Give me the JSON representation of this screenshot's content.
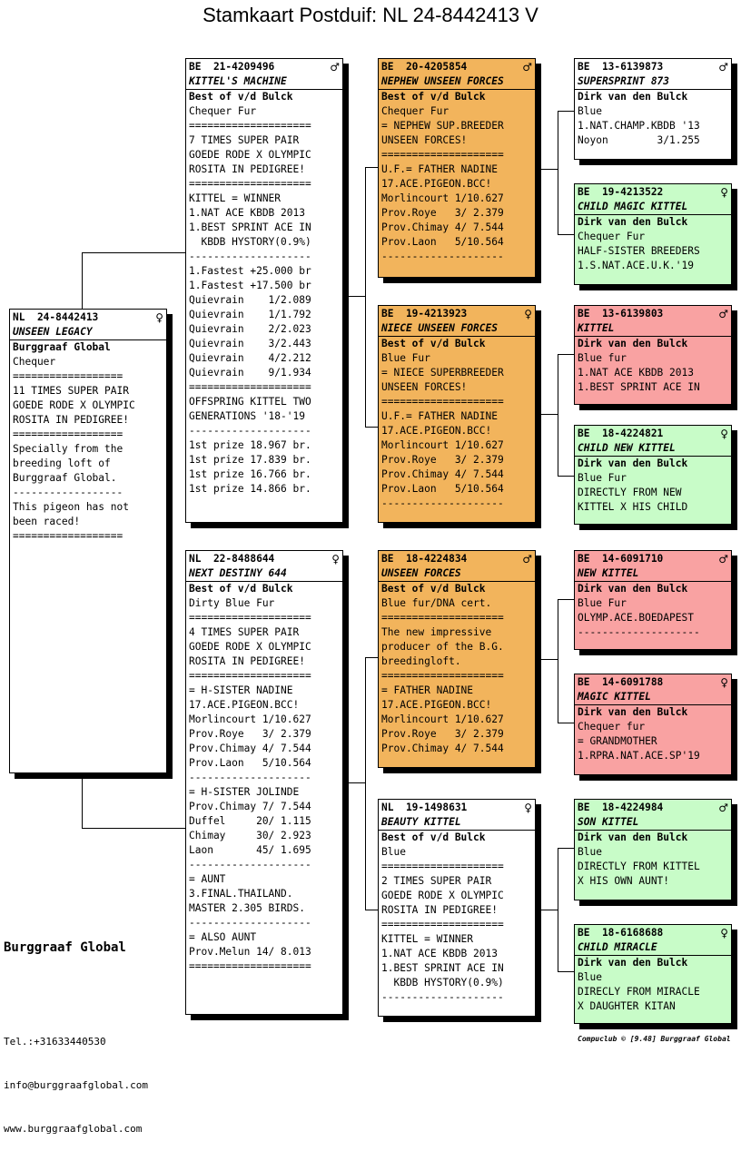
{
  "title": "Stamkaart Postduif: NL  24-8442413 V",
  "brand": "Burggraaf Global",
  "contact": [
    "Tel.:+31633440530",
    "info@burggraafglobal.com",
    "www.burggraafglobal.com"
  ],
  "footer": "Compuclub © [9.48]  Burggraaf Global",
  "cards": {
    "subject": {
      "ring": "NL  24-8442413",
      "sex": "♀",
      "name": "UNSEEN LEGACY",
      "lines": [
        "Burggraaf Global",
        "Chequer",
        "==================",
        "11 TIMES SUPER PAIR",
        "GOEDE RODE X OLYMPIC",
        "ROSITA IN PEDIGREE!",
        "==================",
        "Specially from the",
        "breeding loft of",
        "Burggraaf Global.",
        "------------------",
        "This pigeon has not",
        "been raced!",
        "=================="
      ]
    },
    "sire": {
      "ring": "BE  21-4209496",
      "sex": "♂",
      "name": "KITTEL'S MACHINE",
      "lines": [
        "Best of v/d Bulck",
        "Chequer Fur",
        "====================",
        "7 TIMES SUPER PAIR",
        "GOEDE RODE X OLYMPIC",
        "ROSITA IN PEDIGREE!",
        "====================",
        "KITTEL = WINNER",
        "1.NAT ACE KBDB 2013",
        "1.BEST SPRINT ACE IN",
        "  KBDB HYSTORY(0.9%)",
        "--------------------",
        "1.Fastest +25.000 br",
        "1.Fastest +17.500 br",
        "Quievrain    1/2.089",
        "Quievrain    1/1.792",
        "Quievrain    2/2.023",
        "Quievrain    3/2.443",
        "Quievrain    4/2.212",
        "Quievrain    9/1.934",
        "====================",
        "OFFSPRING KITTEL TWO",
        "GENERATIONS '18-'19",
        "--------------------",
        "1st prize 18.967 br.",
        "1st prize 17.839 br.",
        "1st prize 16.766 br.",
        "1st prize 14.866 br."
      ]
    },
    "dam": {
      "ring": "NL  22-8488644",
      "sex": "♀",
      "name": "NEXT DESTINY 644",
      "lines": [
        "Best of v/d Bulck",
        "Dirty Blue Fur",
        "====================",
        "4 TIMES SUPER PAIR",
        "GOEDE RODE X OLYMPIC",
        "ROSITA IN PEDIGREE!",
        "====================",
        "= H-SISTER NADINE",
        "17.ACE.PIGEON.BCC!",
        "Morlincourt 1/10.627",
        "Prov.Roye   3/ 2.379",
        "Prov.Chimay 4/ 7.544",
        "Prov.Laon   5/10.564",
        "--------------------",
        "= H-SISTER JOLINDE",
        "Prov.Chimay 7/ 7.544",
        "Duffel     20/ 1.115",
        "Chimay     30/ 2.923",
        "Laon       45/ 1.695",
        "--------------------",
        "= AUNT",
        "3.FINAL.THAILAND.",
        "MASTER 2.305 BIRDS.",
        "--------------------",
        "= ALSO AUNT",
        "Prov.Melun 14/ 8.013",
        "===================="
      ]
    },
    "ss": {
      "ring": "BE  20-4205854",
      "sex": "♂",
      "name": "NEPHEW UNSEEN FORCES",
      "lines": [
        "Best of v/d Bulck",
        "Chequer Fur",
        "= NEPHEW SUP.BREEDER",
        "UNSEEN FORCES!",
        "====================",
        "U.F.= FATHER NADINE",
        "17.ACE.PIGEON.BCC!",
        "Morlincourt 1/10.627",
        "Prov.Roye   3/ 2.379",
        "Prov.Chimay 4/ 7.544",
        "Prov.Laon   5/10.564",
        "--------------------"
      ]
    },
    "sd": {
      "ring": "BE  19-4213923",
      "sex": "♀",
      "name": "NIECE UNSEEN FORCES",
      "lines": [
        "Best of v/d Bulck",
        "Blue Fur",
        "= NIECE SUPERBREEDER",
        "UNSEEN FORCES!",
        "====================",
        "U.F.= FATHER NADINE",
        "17.ACE.PIGEON.BCC!",
        "Morlincourt 1/10.627",
        "Prov.Roye   3/ 2.379",
        "Prov.Chimay 4/ 7.544",
        "Prov.Laon   5/10.564",
        "--------------------"
      ]
    },
    "ds": {
      "ring": "BE  18-4224834",
      "sex": "♂",
      "name": "UNSEEN FORCES",
      "lines": [
        "Best of v/d Bulck",
        "Blue fur/DNA cert.",
        "====================",
        "The new impressive",
        "producer of the B.G.",
        "breedingloft.",
        "====================",
        "= FATHER NADINE",
        "17.ACE.PIGEON.BCC!",
        "Morlincourt 1/10.627",
        "Prov.Roye   3/ 2.379",
        "Prov.Chimay 4/ 7.544"
      ]
    },
    "dd": {
      "ring": "NL  19-1498631",
      "sex": "♀",
      "name": "BEAUTY KITTEL",
      "lines": [
        "Best of v/d Bulck",
        "Blue",
        "====================",
        "2 TIMES SUPER PAIR",
        "GOEDE RODE X OLYMPIC",
        "ROSITA IN PEDIGREE!",
        "====================",
        "KITTEL = WINNER",
        "1.NAT ACE KBDB 2013",
        "1.BEST SPRINT ACE IN",
        "  KBDB HYSTORY(0.9%)",
        "--------------------"
      ]
    },
    "sss": {
      "ring": "BE  13-6139873",
      "sex": "♂",
      "name": "SUPERSPRINT 873",
      "lines": [
        "Dirk van den Bulck",
        "Blue",
        "1.NAT.CHAMP.KBDB '13",
        "Noyon        3/1.255"
      ]
    },
    "ssd": {
      "ring": "BE  19-4213522",
      "sex": "♀",
      "name": "CHILD MAGIC KITTEL",
      "lines": [
        "Dirk van den Bulck",
        "Chequer Fur",
        "HALF-SISTER BREEDERS",
        "1.S.NAT.ACE.U.K.'19"
      ]
    },
    "sds": {
      "ring": "BE  13-6139803",
      "sex": "♂",
      "name": "KITTEL",
      "lines": [
        "Dirk van den Bulck",
        "Blue fur",
        "1.NAT ACE KBDB 2013",
        "1.BEST SPRINT ACE IN"
      ]
    },
    "sdd": {
      "ring": "BE  18-4224821",
      "sex": "♀",
      "name": "CHILD NEW KITTEL",
      "lines": [
        "Dirk van den Bulck",
        "Blue Fur",
        "DIRECTLY FROM NEW",
        "KITTEL X HIS CHILD"
      ]
    },
    "dss": {
      "ring": "BE  14-6091710",
      "sex": "♂",
      "name": "NEW KITTEL",
      "lines": [
        "Dirk van den Bulck",
        "Blue Fur",
        "OLYMP.ACE.BOEDAPEST",
        "--------------------"
      ]
    },
    "dsd": {
      "ring": "BE  14-6091788",
      "sex": "♀",
      "name": "MAGIC KITTEL",
      "lines": [
        "Dirk van den Bulck",
        "Chequer fur",
        "= GRANDMOTHER",
        "1.RPRA.NAT.ACE.SP'19"
      ]
    },
    "dds": {
      "ring": "BE  18-4224984",
      "sex": "♂",
      "name": "SON KITTEL",
      "lines": [
        "Dirk van den Bulck",
        "Blue",
        "DIRECTLY FROM KITTEL",
        "X HIS OWN AUNT!"
      ]
    },
    "ddd": {
      "ring": "BE  18-6168688",
      "sex": "♀",
      "name": "CHILD MIRACLE",
      "lines": [
        "Dirk van den Bulck",
        "Blue",
        "DIRECLY FROM MIRACLE",
        "X DAUGHTER KITAN"
      ]
    },
    "colors": {
      "white": "#ffffff",
      "orange": "#f2b45c",
      "pink": "#f9a2a2",
      "green": "#c8fcc8"
    }
  }
}
